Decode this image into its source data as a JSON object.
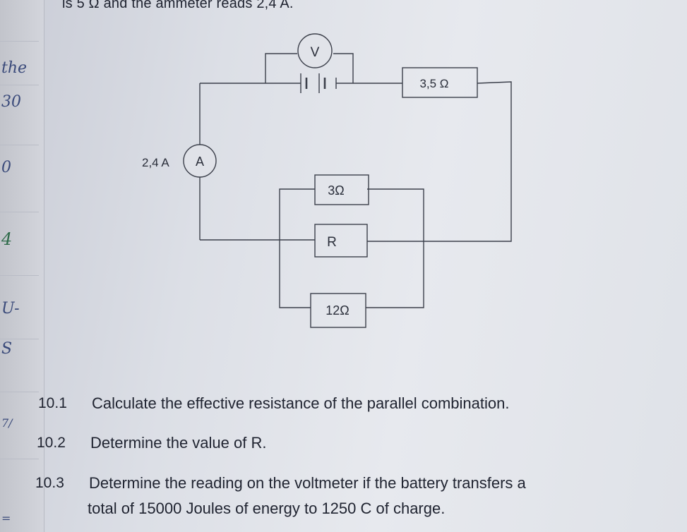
{
  "margin_notes": [
    "the",
    "30",
    "0",
    "4",
    "U-",
    "S",
    "7/",
    "="
  ],
  "intro_line": "is 5 Ω and the ammeter reads 2,4 A.",
  "circuit": {
    "voltmeter_label": "V",
    "ammeter_label": "A",
    "ammeter_reading": "2,4 A",
    "resistor_series": "3,5 Ω",
    "resistor_top": "3Ω",
    "resistor_middle": "R",
    "resistor_bottom": "12Ω"
  },
  "questions": [
    {
      "number": "10.1",
      "text": "Calculate the effective resistance of the parallel combination."
    },
    {
      "number": "10.2",
      "text": "Determine the value of R."
    },
    {
      "number": "10.3",
      "text": "Determine the reading on the voltmeter if the battery transfers a",
      "text2": "total of 15000 Joules of energy to 1250 C of charge."
    }
  ]
}
